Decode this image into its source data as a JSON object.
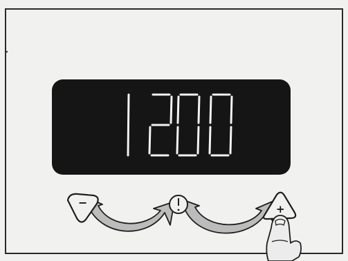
{
  "display": {
    "time_text": "1200",
    "digits": [
      "1",
      "2",
      "0",
      "0"
    ],
    "screen_color": "#151515",
    "segment_color": "#f3f3f3"
  },
  "controls": {
    "minus_label": "−",
    "clock_label": "clock",
    "plus_label": "+"
  },
  "colors": {
    "page": "#f1f1ef",
    "frame": "#2a2a2a",
    "arrow_fill": "#bcbcbc",
    "arrow_stroke": "#1e1e1e",
    "finger_fill": "#ececec"
  },
  "icons": {
    "minus_button": "minus-triangle-icon",
    "clock_button": "clock-icon",
    "plus_button": "plus-triangle-icon",
    "left_arrow": "curved-double-arrow-icon",
    "right_arrow": "curved-double-arrow-icon",
    "finger": "pointing-finger-icon"
  }
}
